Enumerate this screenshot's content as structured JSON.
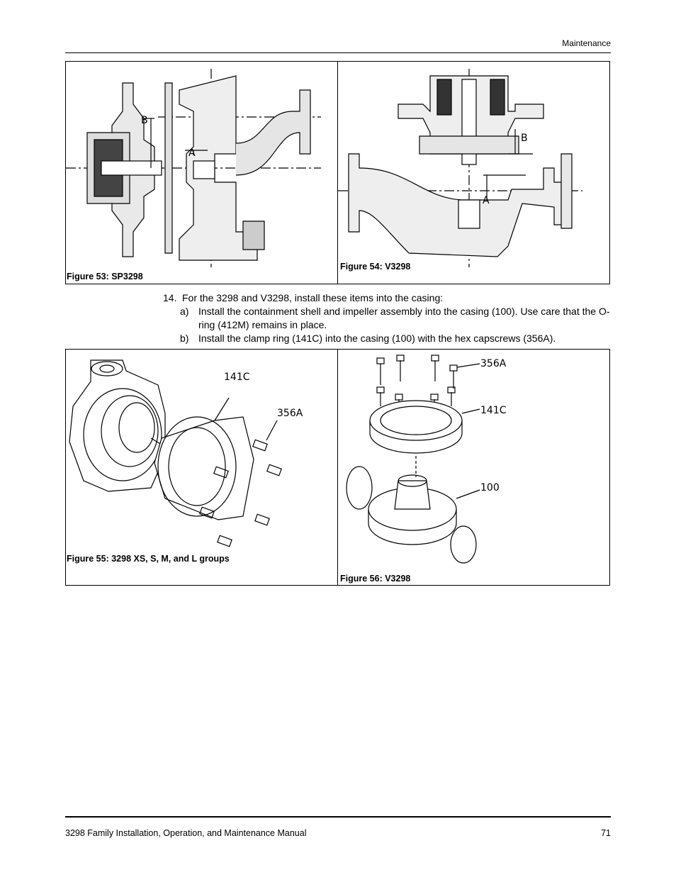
{
  "header": {
    "section": "Maintenance"
  },
  "figures": {
    "fig53": {
      "caption": "Figure 53: SP3298",
      "label_a": "A",
      "label_b": "B"
    },
    "fig54": {
      "caption": "Figure 54: V3298",
      "label_a": "A",
      "label_b": "B"
    },
    "fig55": {
      "caption": "Figure 55: 3298 XS, S, M, and L groups",
      "label_141c": "141C",
      "label_356a": "356A"
    },
    "fig56": {
      "caption": "Figure 56: V3298",
      "label_356a": "356A",
      "label_141c": "141C",
      "label_100": "100"
    }
  },
  "step14": {
    "number": "14.",
    "intro": "For the 3298 and V3298, install these items into the casing:",
    "items": [
      {
        "marker": "a)",
        "text": "Install the containment shell and impeller assembly into the casing (100). Use care that the O-ring (412M) remains in place."
      },
      {
        "marker": "b)",
        "text": "Install the clamp ring (141C) into the casing (100) with the hex capscrews (356A)."
      }
    ]
  },
  "footer": {
    "title": "3298 Family Installation, Operation, and Maintenance Manual",
    "page": "71"
  }
}
